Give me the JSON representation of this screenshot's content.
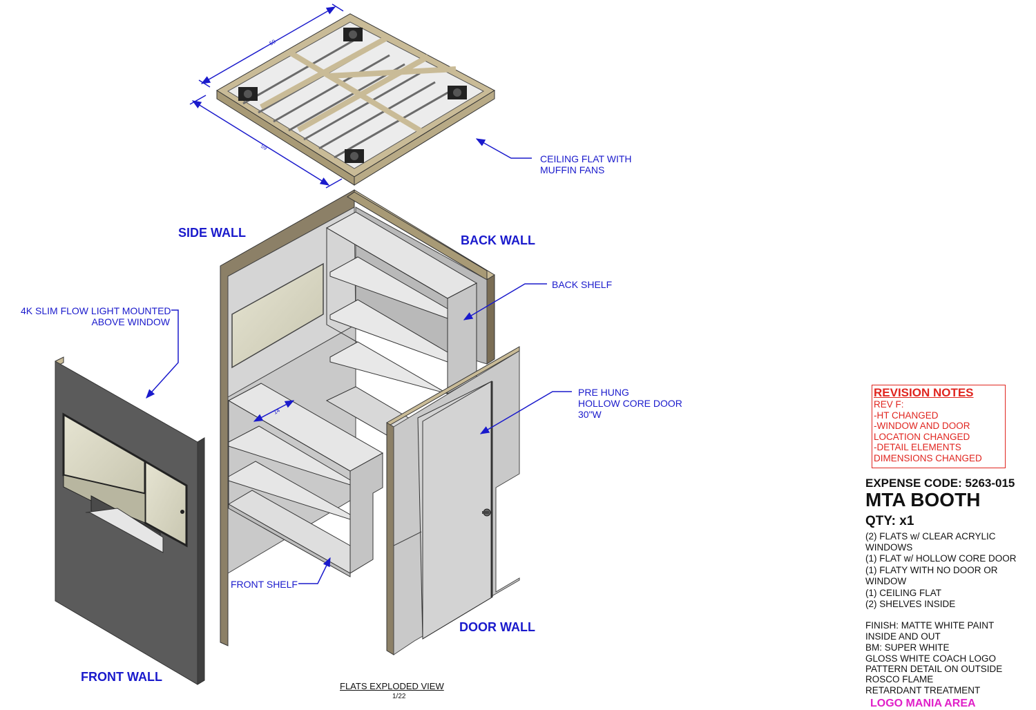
{
  "labels": {
    "ceiling": [
      "CEILING FLAT WITH",
      "MUFFIN FANS"
    ],
    "back_shelf": "BACK SHELF",
    "light": [
      "4K SLIM FLOW LIGHT MOUNTED",
      "ABOVE WINDOW"
    ],
    "door": [
      "PRE HUNG",
      "HOLLOW CORE DOOR",
      "30\"W"
    ],
    "front_shelf": "FRONT SHELF"
  },
  "wall_titles": {
    "side": "SIDE WALL",
    "back": "BACK WALL",
    "door": "DOOR WALL",
    "front": "FRONT WALL"
  },
  "dimensions": {
    "ceiling_top": "59",
    "ceiling_side": "59",
    "shelf_depth": "14"
  },
  "revision": {
    "title": "REVISION NOTES",
    "lines": [
      "REV F:",
      "-HT CHANGED",
      "-WINDOW AND DOOR",
      "LOCATION CHANGED",
      "-DETAIL ELEMENTS",
      "DIMENSIONS CHANGED"
    ]
  },
  "title_block": {
    "expense_code": "EXPENSE CODE: 5263-015",
    "title": "MTA BOOTH",
    "qty": "QTY: x1",
    "items": [
      "(2) FLATS w/ CLEAR ACRYLIC",
      "WINDOWS",
      "(1) FLAT w/ HOLLOW CORE DOOR",
      "(1) FLATY WITH NO DOOR OR",
      "WINDOW",
      "(1) CEILING FLAT",
      "(2) SHELVES INSIDE"
    ],
    "finish": [
      "FINISH: MATTE WHITE PAINT",
      "INSIDE AND OUT",
      "BM: SUPER WHITE",
      "GLOSS WHITE COACH LOGO",
      "PATTERN DETAIL ON OUTSIDE",
      "ROSCO FLAME",
      "RETARDANT TREATMENT"
    ],
    "logo_area": "LOGO MANIA AREA"
  },
  "caption": {
    "title": "FLATS EXPLODED VIEW",
    "scale": "1/22"
  },
  "colors": {
    "annotation": "#1a1acc",
    "revision": "#e0251f",
    "logo_area": "#e020c8",
    "wood": "#c9bb97",
    "panel_dark": "#5b5b5b",
    "panel_light": "#cfcfcf",
    "acrylic": "#d9d7c2"
  }
}
